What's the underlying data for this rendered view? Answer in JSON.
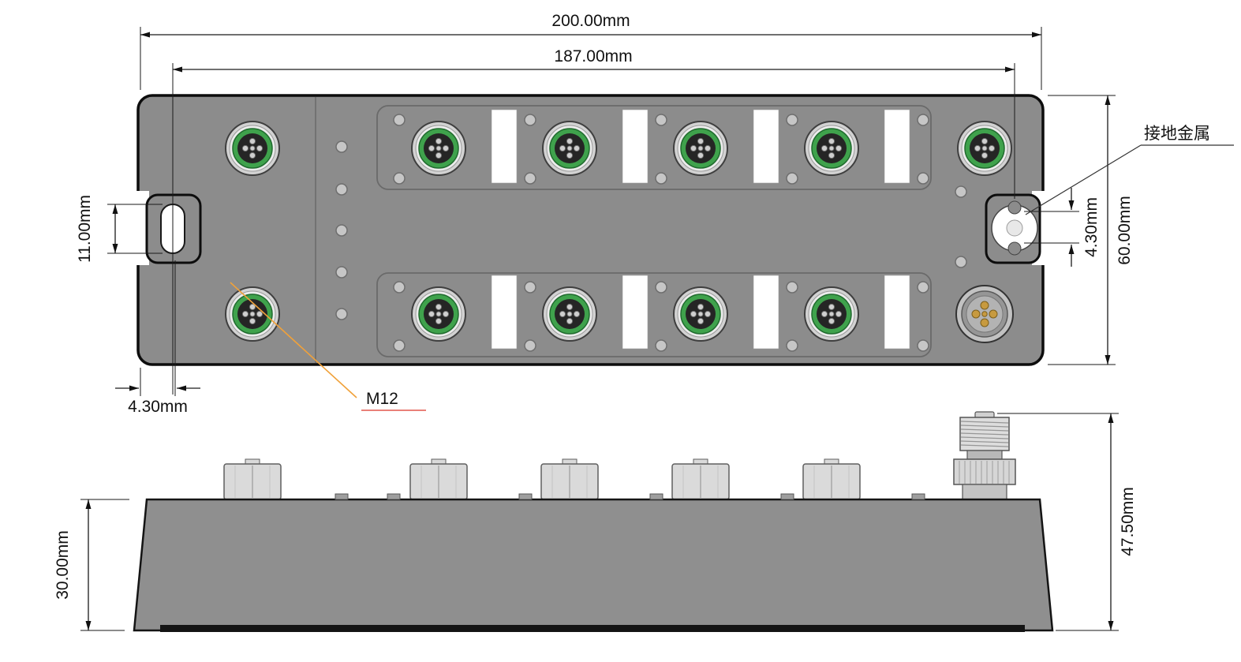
{
  "drawing": {
    "top_view": {
      "dims": {
        "overall_width": "200.00mm",
        "mount_spacing": "187.00mm",
        "slot_length": "11.00mm",
        "slot_edge_offset": "4.30mm",
        "body_depth": "60.00mm",
        "ground_offset": "4.30mm"
      },
      "labels": {
        "ground_metal": "接地金属",
        "connector_type": "M12"
      }
    },
    "side_view": {
      "dims": {
        "body_height": "30.00mm",
        "total_height": "47.50mm"
      }
    },
    "colors": {
      "body_gray": "#8c8c8c",
      "connector_green": "#3fa24c",
      "pin_gold": "#c79a3f",
      "leader_orange": "#f0a13a",
      "underline_red": "#e2574d",
      "line_black": "#1a1a1a"
    }
  }
}
